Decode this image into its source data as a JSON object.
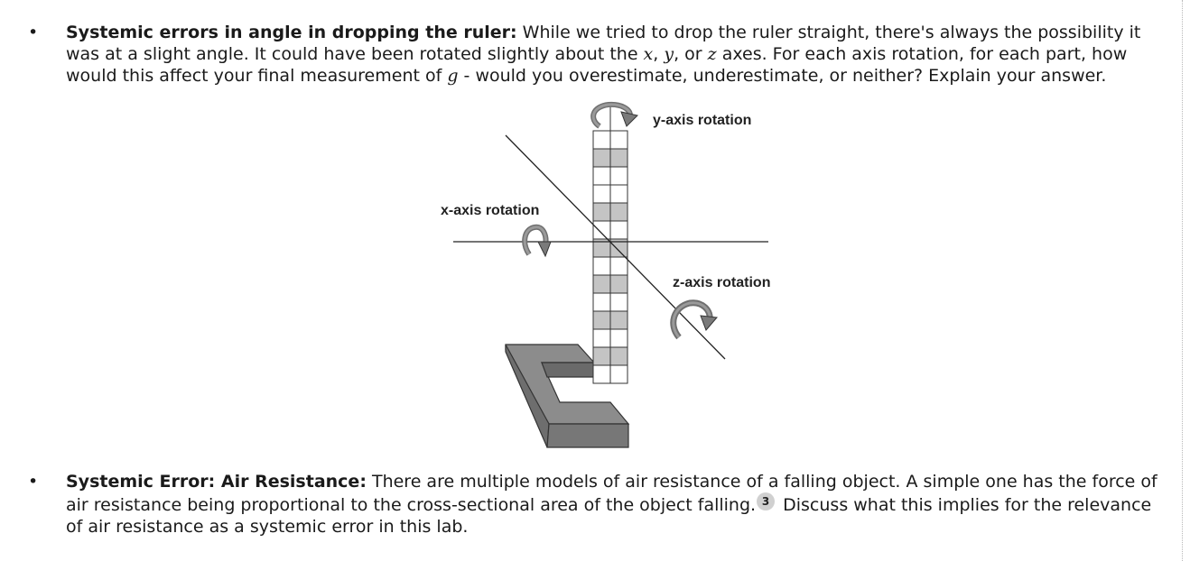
{
  "item1": {
    "bullet": "•",
    "title": "Systemic errors in angle in dropping the ruler:",
    "text_a": " While we tried to drop the ruler straight, there's always the possibility it was at a slight angle. It could have been rotated slightly about the ",
    "var_x": "x",
    "sep1": ", ",
    "var_y": "y",
    "sep2": ", or ",
    "var_z": "z",
    "text_b": " axes. For each axis rotation, for each part, how would this affect your final measurement of ",
    "var_g": "g",
    "text_c": " - would you overestimate, underestimate, or neither? Explain your answer."
  },
  "figure": {
    "y_label": "y-axis rotation",
    "x_label": "x-axis rotation",
    "z_label": "z-axis rotation"
  },
  "item2": {
    "bullet": "•",
    "title": "Systemic Error: Air Resistance:",
    "text_a": " There are multiple models of air resistance of a falling object. A simple one has the force of air resistance being proportional to the cross-sectional area of the object falling.",
    "footnote": "3",
    "text_b": " Discuss what this implies for the relevance of air resistance as a systemic error in this lab."
  },
  "colors": {
    "text": "#1a1a1a",
    "magnet_top": "#8c8c8c",
    "magnet_side": "#707070",
    "ruler_shade": "#c4c4c4",
    "arrow": "#7a7a7a"
  }
}
